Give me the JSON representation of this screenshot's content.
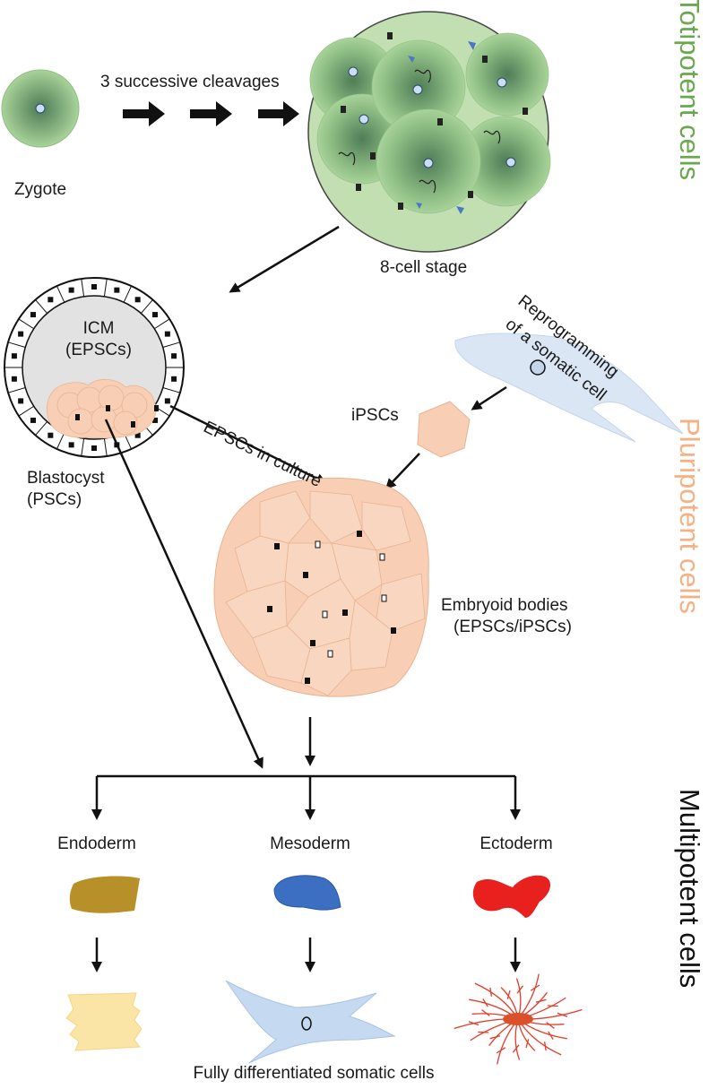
{
  "categories": {
    "totipotent": "Totipotent cells",
    "pluripotent": "Pluripotent cells",
    "multipotent": "Multipotent cells"
  },
  "labels": {
    "zygote": "Zygote",
    "cleavages": "3 successive cleavages",
    "eight_cell": "8-cell stage",
    "icm_line1": "ICM",
    "icm_line2": "(EPSCs)",
    "blastocyst_line1": "Blastocyst",
    "blastocyst_line2": "(PSCs)",
    "epscs_culture": "EPSCs in culture",
    "reprogramming_line1": "Reprogramming",
    "reprogramming_line2": "of a somatic cell",
    "ipscs": "iPSCs",
    "embryoid_line1": "Embryoid bodies",
    "embryoid_line2": "(EPSCs/iPSCs)",
    "endoderm": "Endoderm",
    "mesoderm": "Mesoderm",
    "ectoderm": "Ectoderm",
    "fully_differentiated": "Fully differentiated somatic cells"
  },
  "colors": {
    "totipotent": "#6aa84f",
    "pluripotent": "#f4b183",
    "multipotent": "#111111",
    "endoderm": "#b8902a",
    "mesoderm": "#3c6fc2",
    "ectoderm": "#e8201e",
    "somatic_blue": "#c5d9f1",
    "hepatocyte": "#fbe5a6",
    "neuron": "#d9502a"
  }
}
